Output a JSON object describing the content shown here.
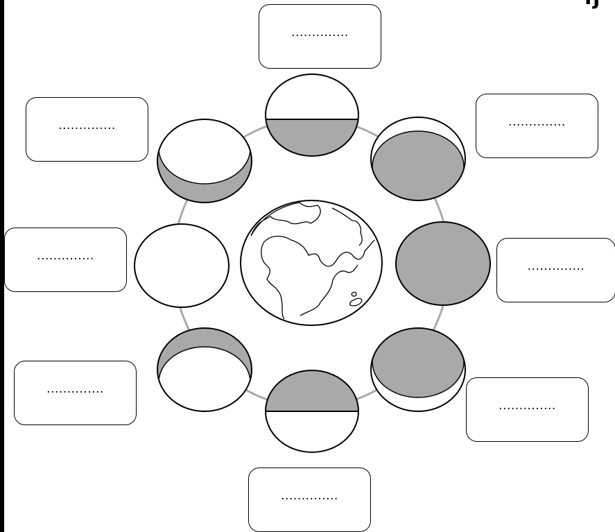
{
  "worksheet": {
    "corner_mark": "ʕʃ",
    "labels": {
      "top": "..............",
      "top_right": "..............",
      "right": "..............",
      "bottom_right": "..............",
      "bottom": "..............",
      "bottom_left": "..............",
      "left": "..............",
      "top_left": ".............."
    }
  },
  "colors": {
    "shadow_fill": "#a9a9a9",
    "orbit_stroke": "#aaaaaa",
    "outline": "#000000"
  },
  "icons": {
    "center": "earth-globe-icon",
    "phases": [
      "moon-half-shaded-bottom",
      "moon-mostly-shaded",
      "moon-fully-shaded",
      "moon-mostly-shaded",
      "moon-half-shaded-top",
      "moon-thin-shaded-top",
      "moon-unshaded",
      "moon-thin-shaded-bottom"
    ]
  }
}
